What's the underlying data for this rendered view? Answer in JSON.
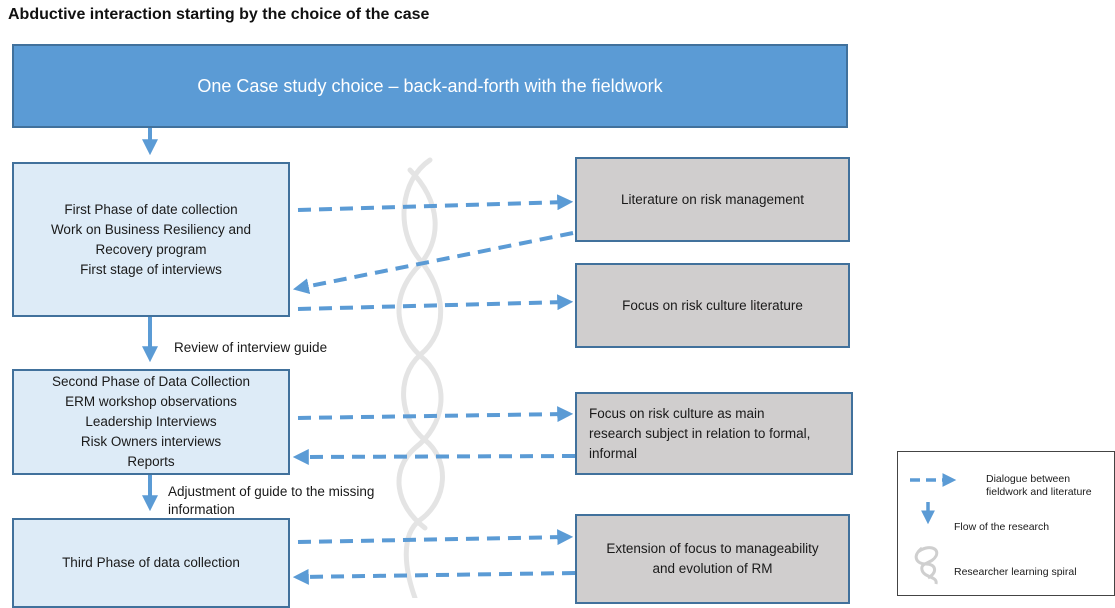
{
  "title": "Abductive interaction starting by the choice of the case",
  "banner": {
    "text": "One Case study choice –  back-and-forth with the fieldwork"
  },
  "phases": [
    {
      "lines": [
        "First Phase of date collection",
        "Work on Business Resiliency and",
        "Recovery program",
        "First stage of interviews"
      ]
    },
    {
      "lines": [
        "Second Phase of Data Collection",
        "ERM workshop observations",
        "Leadership Interviews",
        "Risk Owners interviews",
        "Reports"
      ]
    },
    {
      "lines": [
        "Third Phase of data collection"
      ]
    }
  ],
  "literature": [
    {
      "lines": [
        "Literature on risk management"
      ]
    },
    {
      "lines": [
        "Focus on risk culture literature"
      ]
    },
    {
      "lines": [
        "Focus on risk culture as main",
        "research subject in relation to formal,",
        "informal"
      ]
    },
    {
      "lines": [
        "Extension of focus to manageability",
        "and evolution  of RM"
      ]
    }
  ],
  "flow_notes": {
    "review": "Review of interview guide",
    "adjustment_line1": "Adjustment of guide to the missing",
    "adjustment_line2": "information"
  },
  "legend": {
    "dialogue_line1": "Dialogue between",
    "dialogue_line2": "fieldwork and literature",
    "flow": "Flow of the research",
    "spiral": "Researcher learning spiral"
  },
  "colors": {
    "banner_fill": "#5b9bd5",
    "box_border": "#41719c",
    "phase_fill": "#ddebf7",
    "literature_fill": "#d0cece",
    "arrow": "#5b9bd5"
  }
}
